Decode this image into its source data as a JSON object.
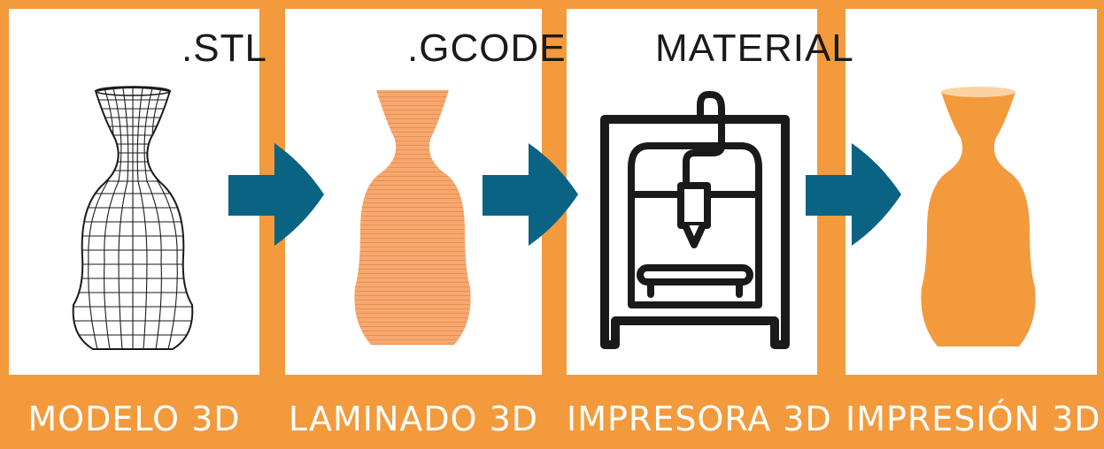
{
  "colors": {
    "background": "#F39A3C",
    "panel": "#FFFFFF",
    "arrow": "#0B6383",
    "sliced_vase": "#F6A86F",
    "printed_vase": "#F39A3C",
    "ink": "#1A1A1A"
  },
  "steps": [
    {
      "tag": ".STL",
      "caption": "MODELO 3D",
      "icon": "wireframe-vase-icon"
    },
    {
      "tag": ".GCODE",
      "caption": "LAMINADO 3D",
      "icon": "sliced-vase-icon"
    },
    {
      "tag": "MATERIAL",
      "caption": "IMPRESORA 3D",
      "icon": "3d-printer-icon"
    },
    {
      "tag": "",
      "caption": "IMPRESIÓN 3D",
      "icon": "printed-vase-icon"
    }
  ]
}
